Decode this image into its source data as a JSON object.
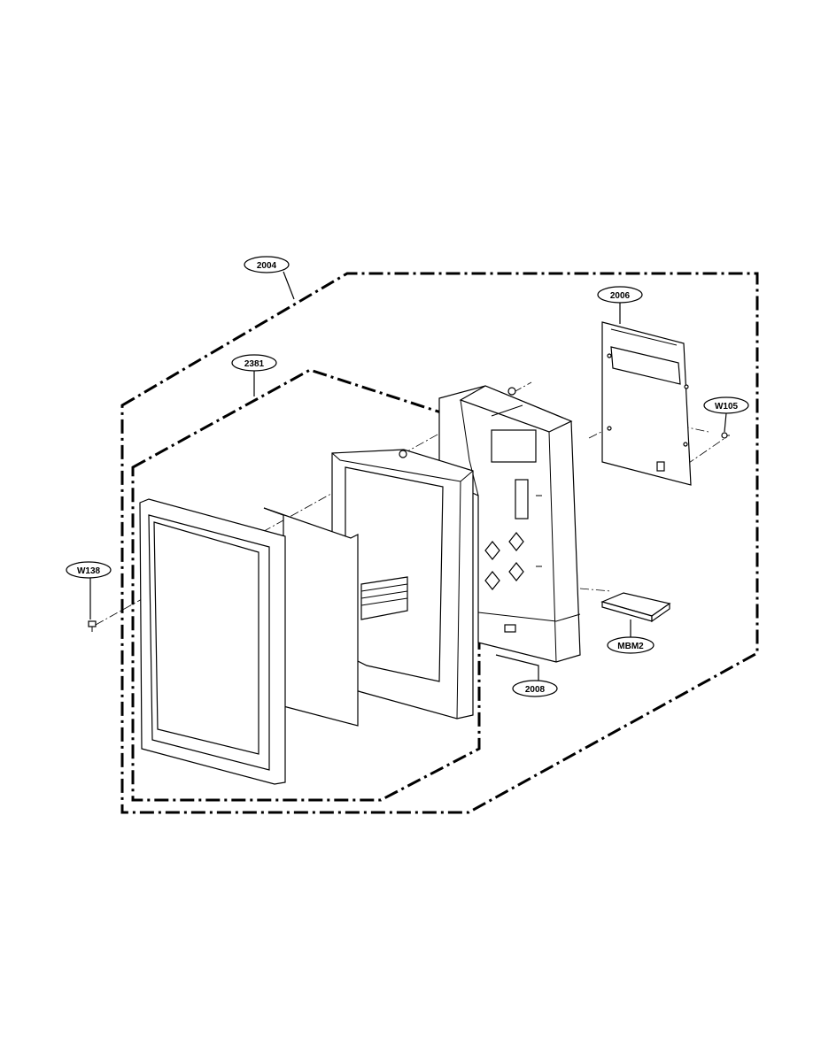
{
  "callouts": {
    "c2004": "2004",
    "c2381": "2381",
    "c2006": "2006",
    "cW105": "W105",
    "cW138": "W138",
    "cMBM2": "MBM2",
    "c2008": "2008"
  }
}
